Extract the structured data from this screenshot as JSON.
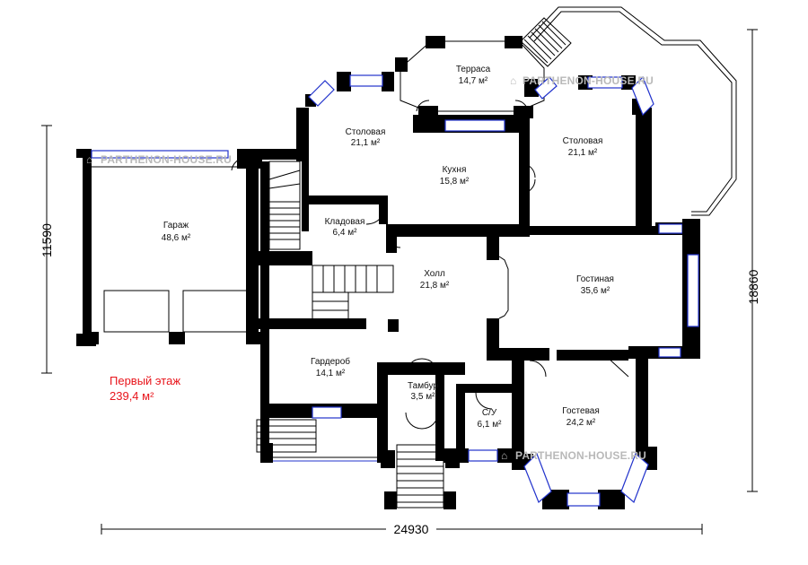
{
  "rooms": {
    "garage": {
      "name": "Гараж",
      "area": "48,6 м²"
    },
    "dining_left": {
      "name": "Столовая",
      "area": "21,1 м²"
    },
    "terrace": {
      "name": "Терраса",
      "area": "14,7 м²"
    },
    "dining_right": {
      "name": "Столовая",
      "area": "21,1 м²"
    },
    "kitchen": {
      "name": "Кухня",
      "area": "15,8 м²"
    },
    "pantry": {
      "name": "Кладовая",
      "area": "6,4 м²"
    },
    "hall": {
      "name": "Холл",
      "area": "21,8 м²"
    },
    "living": {
      "name": "Гостиная",
      "area": "35,6 м²"
    },
    "wardrobe": {
      "name": "Гардероб",
      "area": "14,1 м²"
    },
    "vestibule": {
      "name": "Тамбур",
      "area": "3,5 м²"
    },
    "bathroom": {
      "name": "С/У",
      "area": "6,1 м²"
    },
    "guest": {
      "name": "Гостевая",
      "area": "24,2 м²"
    }
  },
  "floor_label": {
    "name": "Первый этаж",
    "area": "239,4 м²",
    "color": "#e8141b"
  },
  "dimensions": {
    "width": "24930",
    "left_height": "11590",
    "right_height": "18860"
  },
  "watermark": {
    "text": "PARTHENON-HOUSE.RU",
    "icon": "parthenon-logo"
  },
  "colors": {
    "wall": "#000000",
    "window": "#2233cc",
    "watermark": "#b9b9b9"
  }
}
